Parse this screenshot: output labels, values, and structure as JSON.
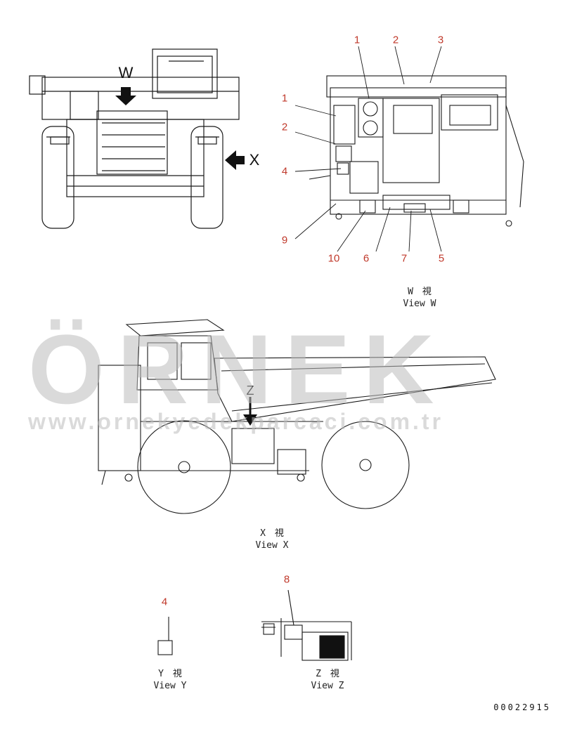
{
  "colors": {
    "line": "#1a1a1a",
    "callout": "#c0392b",
    "watermark": "#bdbdbd",
    "watermark_accent": "#f0d774"
  },
  "arrows": {
    "w_label": "W",
    "x_label": "X",
    "z_label": "Z"
  },
  "callouts_view_w": {
    "top": [
      "1",
      "2",
      "3"
    ],
    "left": [
      "1",
      "2",
      "4",
      "9"
    ],
    "bottom": [
      "10",
      "6",
      "7",
      "5"
    ]
  },
  "view_w_caption": {
    "jp": "W　視",
    "en": "View W"
  },
  "view_x_caption": {
    "jp": "X　視",
    "en": "View X"
  },
  "view_y": {
    "callout": "4",
    "caption_jp": "Y　視",
    "caption_en": "View Y"
  },
  "view_z": {
    "callout": "8",
    "caption_jp": "Z　視",
    "caption_en": "View Z"
  },
  "doc_number": "00022915",
  "watermark": {
    "brand": "ÖRNEK",
    "url": "www.ornekyedekparcaci.com.tr"
  }
}
